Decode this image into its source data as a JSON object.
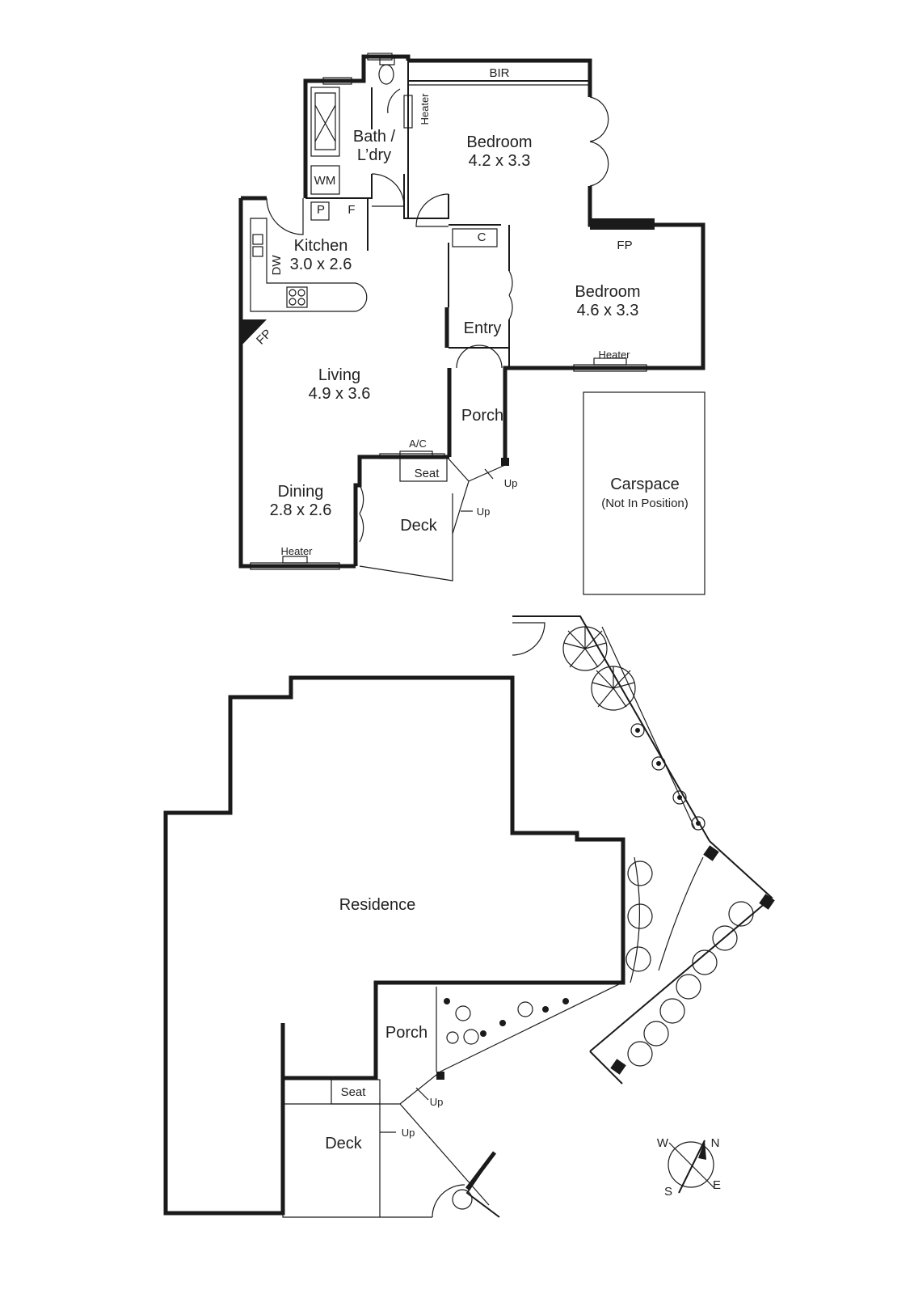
{
  "floor_plan": {
    "rooms": {
      "bir": "BIR",
      "bath_line1": "Bath /",
      "bath_line2": "L’dry",
      "heater_bath": "Heater",
      "wm": "WM",
      "pantry": "P",
      "fridge": "F",
      "bedroom1_name": "Bedroom",
      "bedroom1_dims": "4.2 x 3.3",
      "cupboard": "C",
      "fp_bedroom2": "FP",
      "bedroom2_name": "Bedroom",
      "bedroom2_dims": "4.6 x 3.3",
      "heater_bedroom2": "Heater",
      "kitchen_name": "Kitchen",
      "kitchen_dims": "3.0 x 2.6",
      "dw": "DW",
      "fp_living": "FP",
      "living_name": "Living",
      "living_dims": "4.9 x 3.6",
      "entry": "Entry",
      "porch": "Porch",
      "ac": "A/C",
      "seat": "Seat",
      "up1": "Up",
      "up2": "Up",
      "dining_name": "Dining",
      "dining_dims": "2.8 x 2.6",
      "deck": "Deck",
      "heater_dining": "Heater",
      "carspace_name": "Carspace",
      "carspace_note": "(Not In Position)"
    }
  },
  "site_plan": {
    "residence": "Residence",
    "porch": "Porch",
    "seat": "Seat",
    "up1": "Up",
    "up2": "Up",
    "deck": "Deck"
  },
  "compass": {
    "n": "N",
    "w": "W",
    "s": "S",
    "e": "E"
  }
}
